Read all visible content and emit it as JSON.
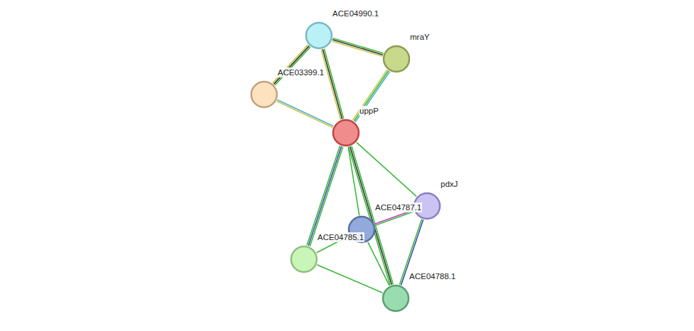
{
  "diagram": {
    "nodes": [
      {
        "text": [
          "ACE04990.1"
        ]
      },
      {
        "text": [
          "mraY"
        ]
      },
      {
        "text": [
          "ACE03399.1"
        ]
      },
      {
        "text": [
          "uppP"
        ]
      },
      {
        "text": [
          "pdxJ"
        ]
      },
      {
        "text": [
          "ACE04787.1"
        ]
      },
      {
        "text": [
          "ACE04785.1"
        ]
      },
      {
        "text": [
          "ACE04788.1"
        ]
      }
    ],
    "edges": [
      {
        "from": 0,
        "to": 1,
        "arrow": "none"
      },
      {
        "from": 0,
        "to": 2,
        "arrow": "none"
      },
      {
        "from": 0,
        "to": 3,
        "arrow": "none"
      },
      {
        "from": 1,
        "to": 3,
        "arrow": "none"
      },
      {
        "from": 2,
        "to": 3,
        "arrow": "none"
      },
      {
        "from": 3,
        "to": 4,
        "arrow": "none"
      },
      {
        "from": 3,
        "to": 5,
        "arrow": "none"
      },
      {
        "from": 3,
        "to": 6,
        "arrow": "none"
      },
      {
        "from": 3,
        "to": 7,
        "arrow": "none"
      },
      {
        "from": 5,
        "to": 4,
        "arrow": "none"
      },
      {
        "from": 4,
        "to": 7,
        "arrow": "none"
      },
      {
        "from": 6,
        "to": 5,
        "arrow": "none"
      },
      {
        "from": 6,
        "to": 7,
        "arrow": "none"
      },
      {
        "from": 5,
        "to": 7,
        "arrow": "none"
      }
    ]
  }
}
